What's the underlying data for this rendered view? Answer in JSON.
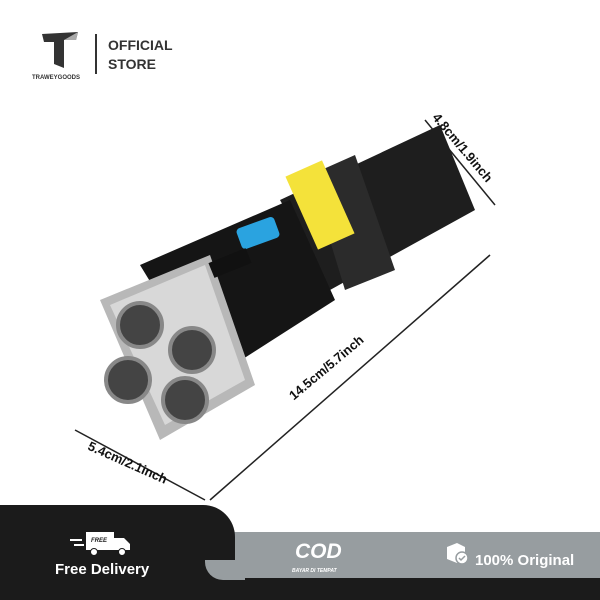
{
  "header": {
    "brand": "TRAWEYGOODS",
    "store_line1": "OFFICIAL",
    "store_line2": "STORE"
  },
  "dimensions": {
    "diameter_head": "5.4cm/2.1inch",
    "length": "14.5cm/5.7inch",
    "diameter_tail": "4.8cm/1.9inch"
  },
  "badges": {
    "free_delivery": "Free Delivery",
    "truck_label": "FREE",
    "cod": "COD",
    "cod_sub": "BAYAR DI TEMPAT",
    "original": "100% Original"
  },
  "colors": {
    "dark": "#1b1b1b",
    "grey": "#979da0",
    "cob": "#f4e23a",
    "button": "#2aa3e0"
  }
}
